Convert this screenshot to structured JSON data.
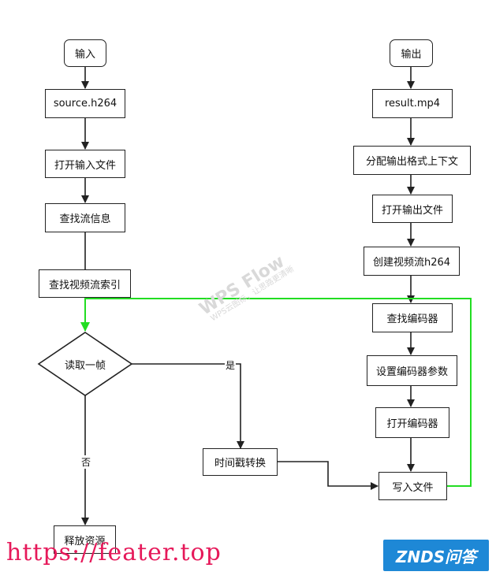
{
  "left_flow": {
    "input": "输入",
    "source_file": "source.h264",
    "open_input": "打开输入文件",
    "find_stream_info": "查找流信息",
    "find_stream_index": "查找视频流索引",
    "read_frame": "读取一帧",
    "release": "释放资源",
    "timestamp": "时间戳转换"
  },
  "right_flow": {
    "output": "输出",
    "result_file": "result.mp4",
    "alloc_ctx": "分配输出格式上下文",
    "open_output": "打开输出文件",
    "create_stream": "创建视频流h264",
    "find_encoder": "查找编码器",
    "set_params": "设置编码器参数",
    "open_encoder": "打开编码器",
    "write_file": "写入文件"
  },
  "edge_labels": {
    "yes": "是",
    "no": "否"
  },
  "watermark": {
    "main": "WPS Flow",
    "sub": "WPS云图标，让思路更清晰"
  },
  "footer": {
    "url": "https://feater.top",
    "logo": "ZNDS问答"
  },
  "colors": {
    "loop_line": "#22dd22",
    "node_border": "#222222",
    "url_text": "#e6195a",
    "logo_bg": "#1e88d6"
  }
}
